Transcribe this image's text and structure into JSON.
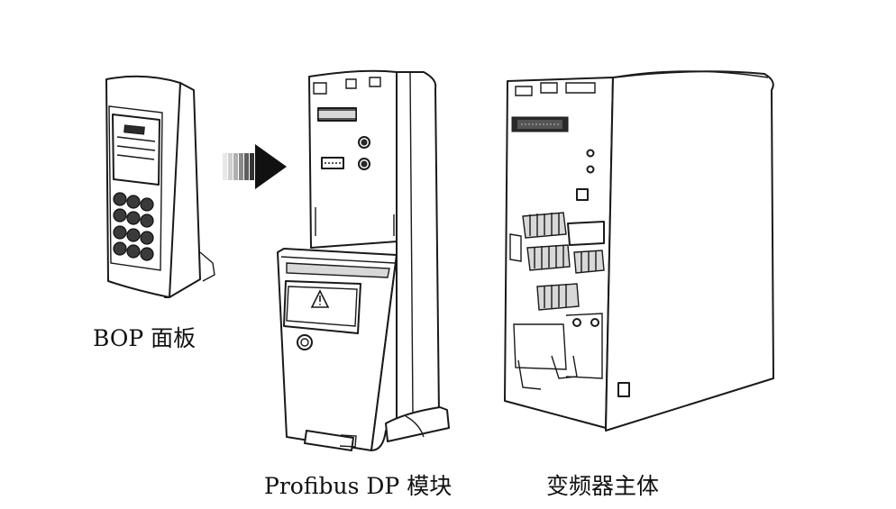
{
  "labels": {
    "bop_panel": "BOP 面板",
    "profibus_module": "Profibus DP 模块",
    "drive_body": "变频器主体"
  },
  "colors": {
    "background": "#ffffff",
    "line": "#1a1a1a",
    "arrow": "#111111"
  },
  "icons": {
    "arrow": "gradient-arrow-right-icon",
    "warning": "warning-triangle-icon"
  }
}
